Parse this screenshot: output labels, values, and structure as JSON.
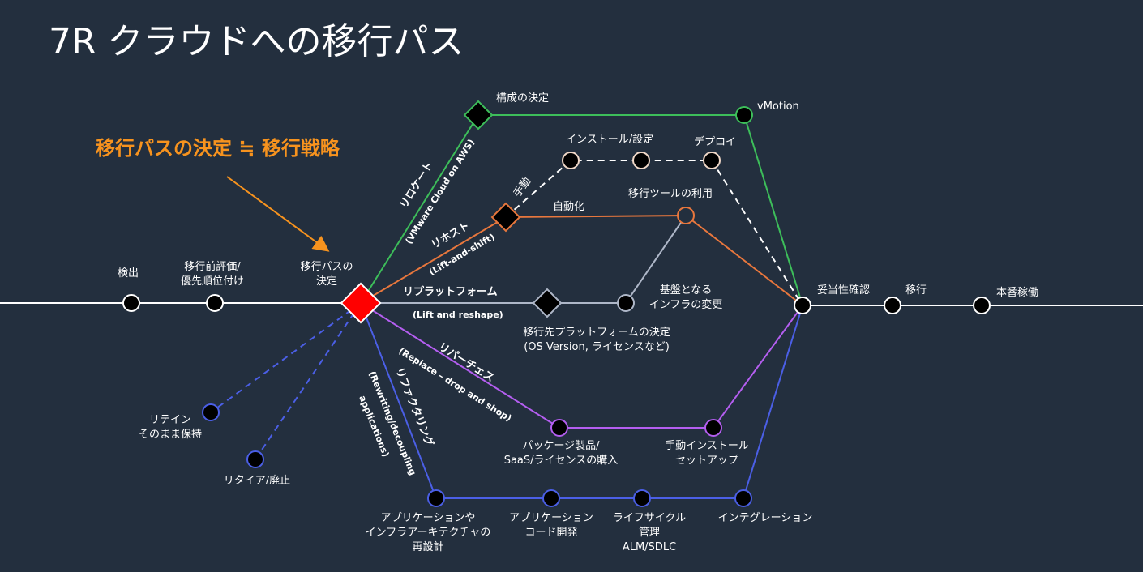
{
  "title": "7R クラウドへの移行パス",
  "headline": "移行パスの決定 ≒ 移行戦略",
  "colors": {
    "background": "#232F3E",
    "relocate": "#3DBE5A",
    "rehost": "#E8773D",
    "replatform": "#AEB7C8",
    "repurchase": "#B45EF0",
    "refactor": "#4B5FE6",
    "retain_retire": "#4B5FE6",
    "decision_node": "#FF0000",
    "headline": "#F7931E"
  },
  "main_flow": {
    "discover": "検出",
    "pre_assessment": [
      "移行前評価/",
      "優先順位付け"
    ],
    "path_decision": [
      "移行パスの",
      "決定"
    ],
    "validation": "妥当性確認",
    "migration": "移行",
    "production": "本番稼働"
  },
  "relocate": {
    "label": "リロケート",
    "sub": "(VMware Cloud on AWS)",
    "config_decision": "構成の決定",
    "vmotion": "vMotion"
  },
  "rehost": {
    "label": "リホスト",
    "sub": "(Lift-and-shift)",
    "manual": "手動",
    "install_config": "インストール/設定",
    "deploy": "デプロイ",
    "automation": "自動化",
    "migration_tools": "移行ツールの利用"
  },
  "replatform": {
    "label": "リプラットフォーム",
    "sub": "(Lift and reshape)",
    "platform_decision": [
      "移行先プラットフォームの決定",
      "(OS Version, ライセンスなど)"
    ],
    "infra_change": [
      "基盤となる",
      "インフラの変更"
    ]
  },
  "repurchase": {
    "label": "リパーチェス",
    "sub": "(Replace – drop and shop)",
    "package_purchase": [
      "パッケージ製品/",
      "SaaS/ライセンスの購入"
    ],
    "manual_install": [
      "手動インストール",
      "セットアップ"
    ]
  },
  "refactor": {
    "label": "リファクタリング",
    "sub1": "(Rewriting/decoupling",
    "sub2": "applications)",
    "redesign": [
      "アプリケーションや",
      "インフラアーキテクチャの",
      "再設計"
    ],
    "code_dev": [
      "アプリケーション",
      "コード開発"
    ],
    "lifecycle": [
      "ライフサイクル",
      "管理",
      "ALM/SDLC"
    ],
    "integration": "インテグレーション"
  },
  "retain": [
    "リテイン",
    "そのまま保持"
  ],
  "retire": "リタイア/廃止"
}
